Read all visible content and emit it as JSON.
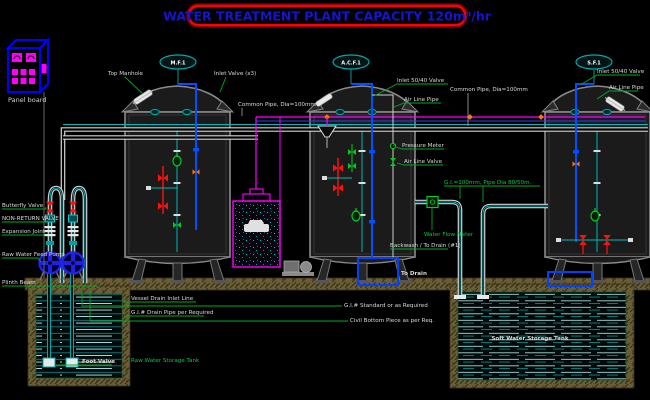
{
  "title": {
    "text": "WATER TREATMENT PLANT CAPACITY 120m³/hr"
  },
  "panel_board": {
    "label": "Panel board"
  },
  "vessels": [
    {
      "tag": "M.F.1"
    },
    {
      "tag": "A.C.F.1"
    },
    {
      "tag": "S.F.1"
    }
  ],
  "labels": {
    "top_manhole": "Top Manhole",
    "inlet_valve_x3": "Inlet Valve (x3)",
    "common_pipe_1": "Common Pipe, Dia=100mm",
    "common_pipe_2": "Common Pipe, Dia=100mm",
    "inlet_5040_t2": "Inlet 50/40 Valve",
    "air_line_pipe_t2": "Air Line Pipe",
    "pressure_meter": "Pressure Meter",
    "air_line_valve": "Air Line Valve",
    "gi_pipe_dia": "G.I.=100mm, Pipe Dia 80/50m.",
    "water_flow_meter": "Water Flow Meter",
    "backwash": "Backwash / To Drain (#1)",
    "to_drain": "To Drain",
    "inlet_5040_t3": "Inlet 50/40 Valve",
    "air_line_pipe_t3": "Air Line Pipe",
    "butterfly_valve": "Butterfly Valve",
    "non_return_valve": "NON-RETURN VALVE",
    "expansion_joint": "Expansion Joint",
    "raw_water_feed_pump": "Raw Water Feed Pump",
    "plinth_beam": "Plinth Beam",
    "vessel_drain_inlet": "Vessel Drain Inlet Line",
    "gi_drain_pipe": "G.I.# Drain Pipe per Required",
    "foot_valve": "Foot Valve",
    "raw_tank": "Raw Water Storage Tank",
    "gi_standard": "G.I.# Standard or as Required",
    "civil_bottom": "Civil Bottom Piece as per Req.",
    "soft_tank": "Soft Water Storage Tank"
  },
  "colors": {
    "background": "#000000",
    "title_text": "#1515cf",
    "title_border": "#ff0000",
    "pipe_white": "#d4d4d4",
    "pipe_cyan": "#00b8b8",
    "pipe_magenta": "#ff00ff",
    "pipe_blue": "#0050ff",
    "valve_red": "#ff1111",
    "valve_green": "#00cc22",
    "injector_orange": "#ff7700",
    "panel_blue": "#0000ff",
    "panel_magenta": "#ff00ff",
    "ground_brown": "#6a5d36",
    "water_teal": "#0d8080",
    "label_white": "#d9d9d9",
    "label_green": "#00cc44"
  }
}
